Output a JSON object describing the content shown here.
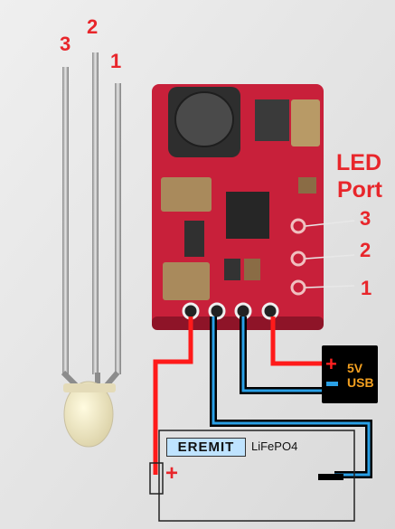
{
  "led_pins": [
    "3",
    "2",
    "1"
  ],
  "led_port": {
    "title_line1": "LED",
    "title_line2": "Port",
    "pins": [
      "3",
      "2",
      "1"
    ]
  },
  "usb_source": {
    "label_line1": "5V",
    "label_line2": "USB",
    "plus_symbol": "+",
    "minus_symbol": "-"
  },
  "battery": {
    "brand": "EREMIT",
    "chemistry": "LiFePO4",
    "plus_symbol": "+",
    "minus_symbol": "-"
  },
  "colors": {
    "label_red": "#e8262b",
    "wire_red": "#ff1a1a",
    "wire_blue": "#2aa0e6",
    "pcb_red": "#c8203a",
    "usb_text": "#f3a020"
  }
}
